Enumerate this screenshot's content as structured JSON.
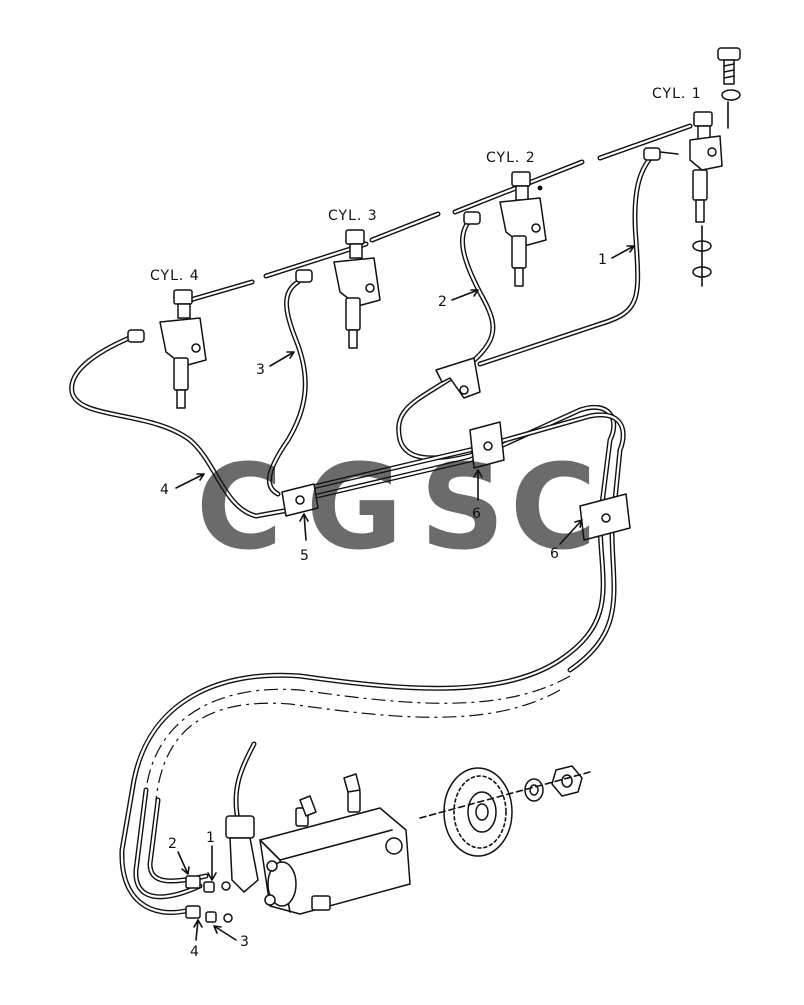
{
  "diagram": {
    "cylinder_labels": [
      "CYL. 1",
      "CYL. 2",
      "CYL. 3",
      "CYL. 4"
    ],
    "callouts": {
      "pipe_1": "1",
      "pipe_2": "2",
      "pipe_3": "3",
      "pipe_4": "4",
      "clamp_5": "5",
      "clamp_6_upper": "6",
      "clamp_6_lower": "6",
      "pump_1": "1",
      "pump_2": "2",
      "pump_3": "3",
      "pump_4": "4"
    }
  },
  "watermark": {
    "letters": [
      "C",
      "G",
      "S",
      "C"
    ],
    "colors": [
      "#4285F4",
      "#EA4335",
      "#FBBC05",
      "#34A853"
    ]
  }
}
